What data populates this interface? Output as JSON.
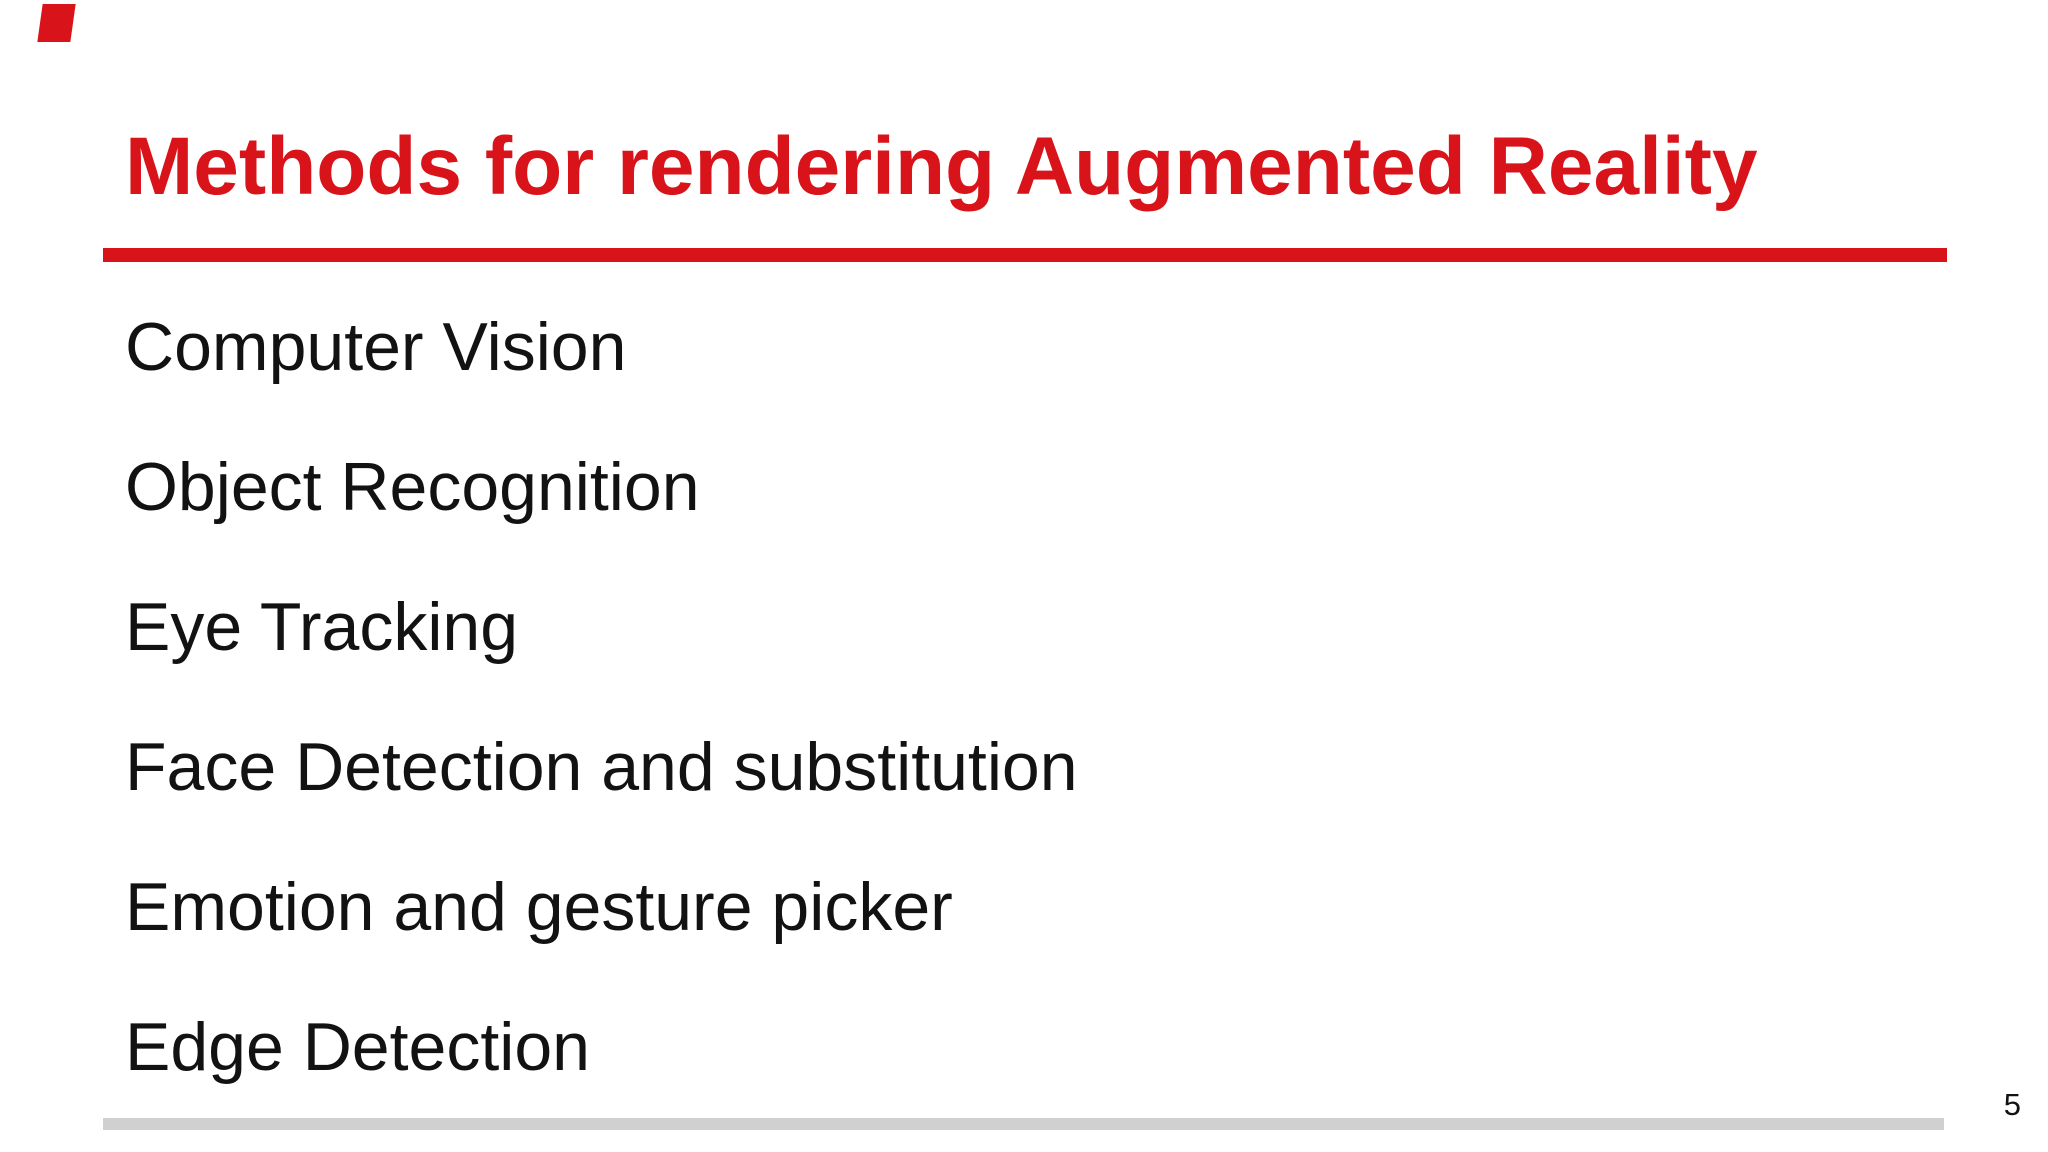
{
  "slide": {
    "title": "Methods for rendering Augmented Reality",
    "items": [
      "Computer Vision",
      "Object Recognition",
      "Eye Tracking",
      "Face Detection and substitution",
      "Emotion and gesture picker",
      "Edge Detection"
    ],
    "page_number": "5",
    "colors": {
      "accent_red": "#d9131a",
      "text": "#121212",
      "footer_line_gray": "#d0d0d0",
      "background": "#ffffff"
    }
  }
}
